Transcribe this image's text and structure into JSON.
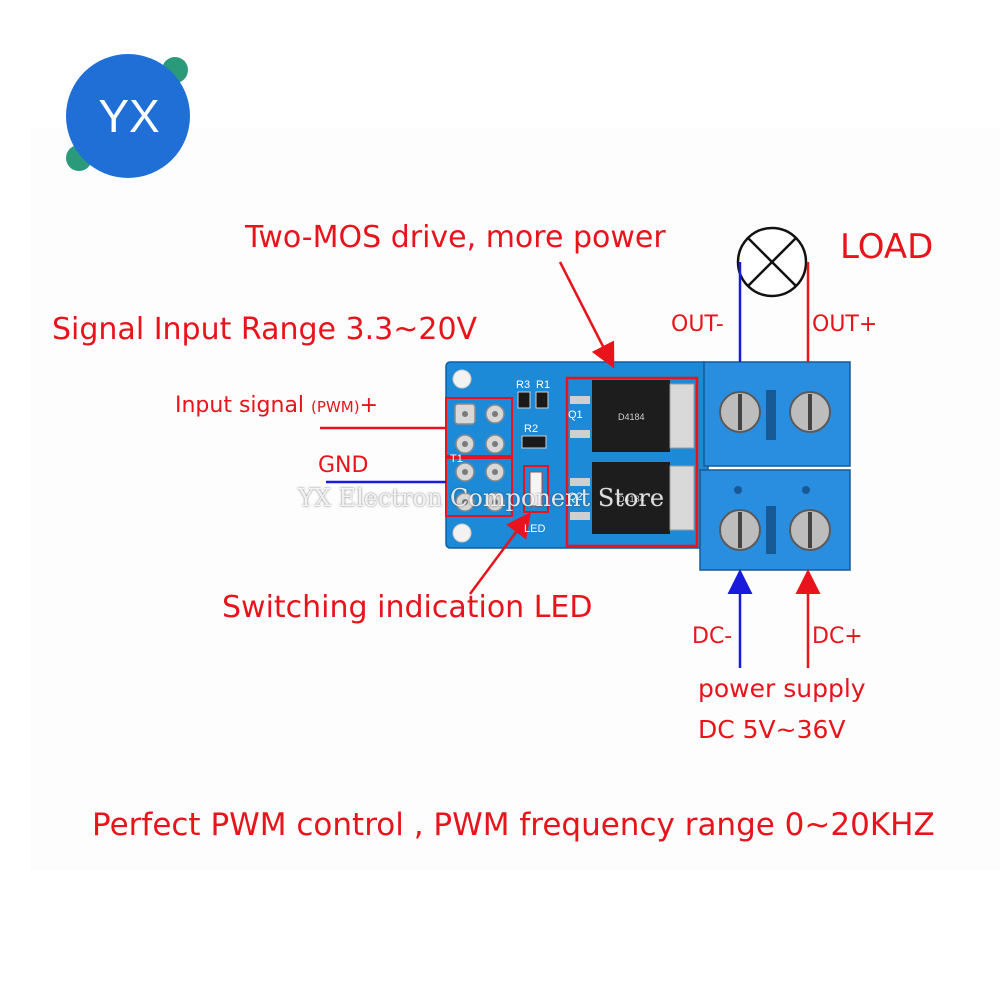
{
  "logo": {
    "text": "YX"
  },
  "watermark": "YX Electron Component Store",
  "labels": {
    "two_mos": "Two-MOS drive, more power",
    "load": "LOAD",
    "signal_range": "Signal Input Range  3.3~20V",
    "out_minus": "OUT-",
    "out_plus": "OUT+",
    "input_signal": "Input signal",
    "pwm": "(PWM)",
    "plus": "+",
    "gnd": "GND",
    "led_label": "Switching indication LED",
    "dc_minus": "DC-",
    "dc_plus": "DC+",
    "power_supply": "power supply",
    "dc_range": "DC 5V~36V",
    "footer": "Perfect PWM control , PWM frequency range 0~20KHZ"
  },
  "board": {
    "silk_r3": "R3",
    "silk_r1": "R1",
    "silk_r2": "R2",
    "silk_q1": "Q1",
    "silk_q2": "Q2",
    "silk_t1": "T1",
    "silk_led": "LED",
    "mosfet_text": "D4184"
  },
  "colors": {
    "annotation_red": "#e8131b",
    "wire_blue": "#1a1adc",
    "pcb_blue": "#1c8ad6",
    "terminal_blue": "#2a8ee0",
    "logo_blue": "#1f6fd6",
    "logo_green": "#2a9a7a"
  }
}
